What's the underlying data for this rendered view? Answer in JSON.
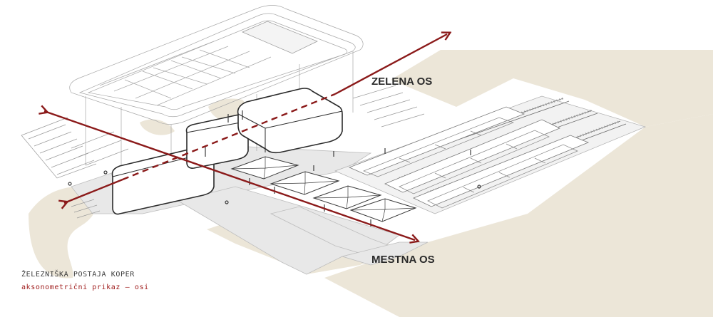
{
  "labels": {
    "green_axis": "ZELENA OS",
    "city_axis": "MESTNA OS"
  },
  "caption": {
    "title": "ŽELEZNIŠKA POSTAJA KOPER",
    "subtitle": "aksonometrični prikaz – osi"
  },
  "colors": {
    "axis": "#8b1a1a",
    "ground_sand": "#ece6d8",
    "pavement": "#e8e8e8",
    "outline": "#2b2b2b",
    "caption_sub": "#a01e1e"
  }
}
